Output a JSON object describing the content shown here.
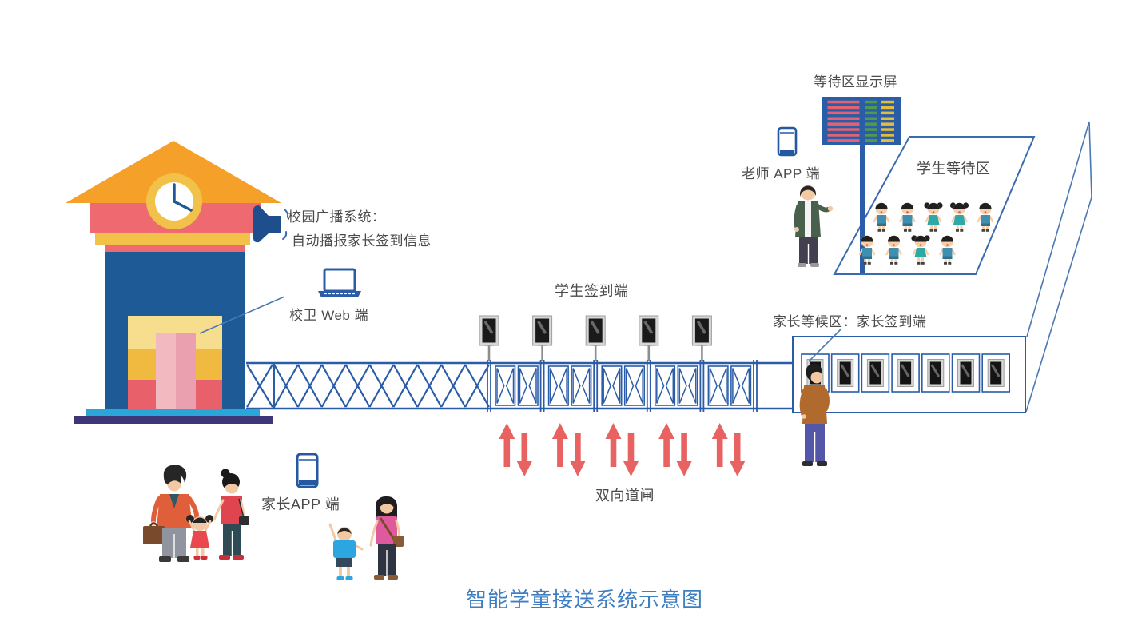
{
  "title": {
    "text": "智能学童接送系统示意图"
  },
  "labels": {
    "broadcast_line1": "校园广播系统：",
    "broadcast_line2": "自动播报家长签到信息",
    "guard_web": "校卫 Web 端",
    "student_checkin": "学生签到端",
    "gate": "双向道闸",
    "parent_wait": "家长等候区：家长签到端",
    "display": "等待区显示屏",
    "teacher_app": "老师 APP 端",
    "student_area": "学生等待区",
    "parent_app": "家长APP 端"
  },
  "colors": {
    "line": "#2A5CA8",
    "pointer": "#4A78B5",
    "arrow": "#E86262",
    "title": "#3F7FC1",
    "text": "#4B4B4B",
    "board": "#2A5CA8",
    "bar_red": "#E2636E",
    "bar_green": "#4E9B4E",
    "bar_yellow": "#E2BD3A"
  },
  "structure": {
    "student_kiosks": 5,
    "gate_sections": 5,
    "arrow_pairs": 5,
    "parent_kiosks": 7,
    "display_rows": 8,
    "lattice_x_count": 9
  },
  "students": {
    "back_row": [
      "boy",
      "boy",
      "girl",
      "girl",
      "boy"
    ],
    "front_row": [
      "boy",
      "boy",
      "girl",
      "boy"
    ]
  }
}
